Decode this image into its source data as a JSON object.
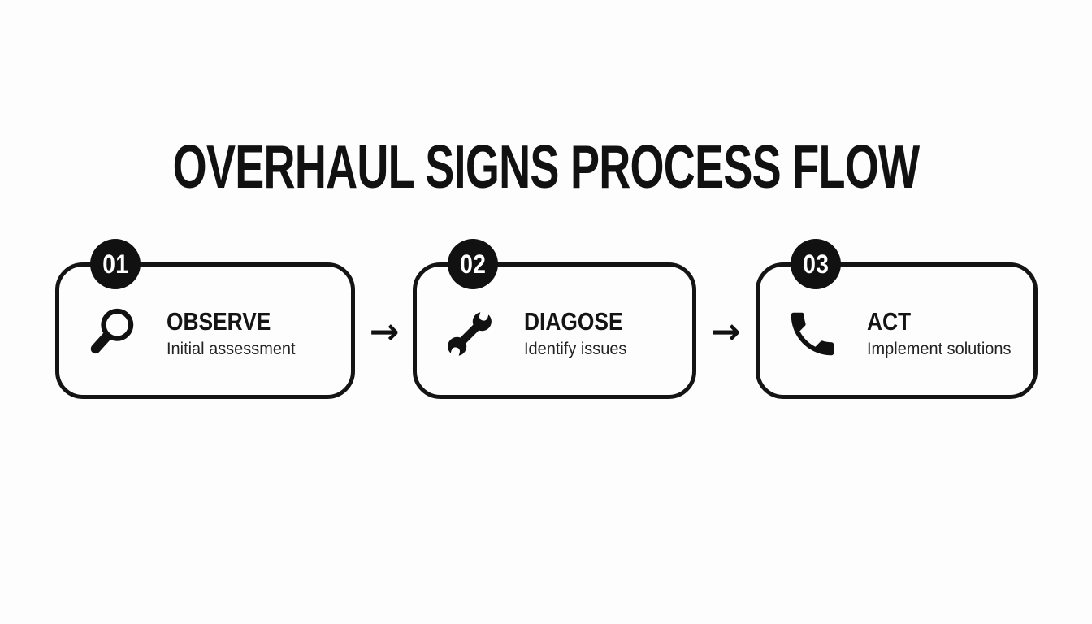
{
  "title": "OVERHAUL SIGNS PROCESS FLOW",
  "arrow_glyph": "→",
  "steps": [
    {
      "number": "01",
      "name": "OBSERVE",
      "description": "Initial assessment",
      "icon": "magnifier-icon"
    },
    {
      "number": "02",
      "name": "DIAGOSE",
      "description": "Identify issues",
      "icon": "wrench-icon"
    },
    {
      "number": "03",
      "name": "ACT",
      "description": "Implement solutions",
      "icon": "phone-icon"
    }
  ],
  "colors": {
    "ink": "#111111",
    "background": "#fdfdfd",
    "badge_fill": "#111111",
    "badge_text": "#ffffff"
  }
}
